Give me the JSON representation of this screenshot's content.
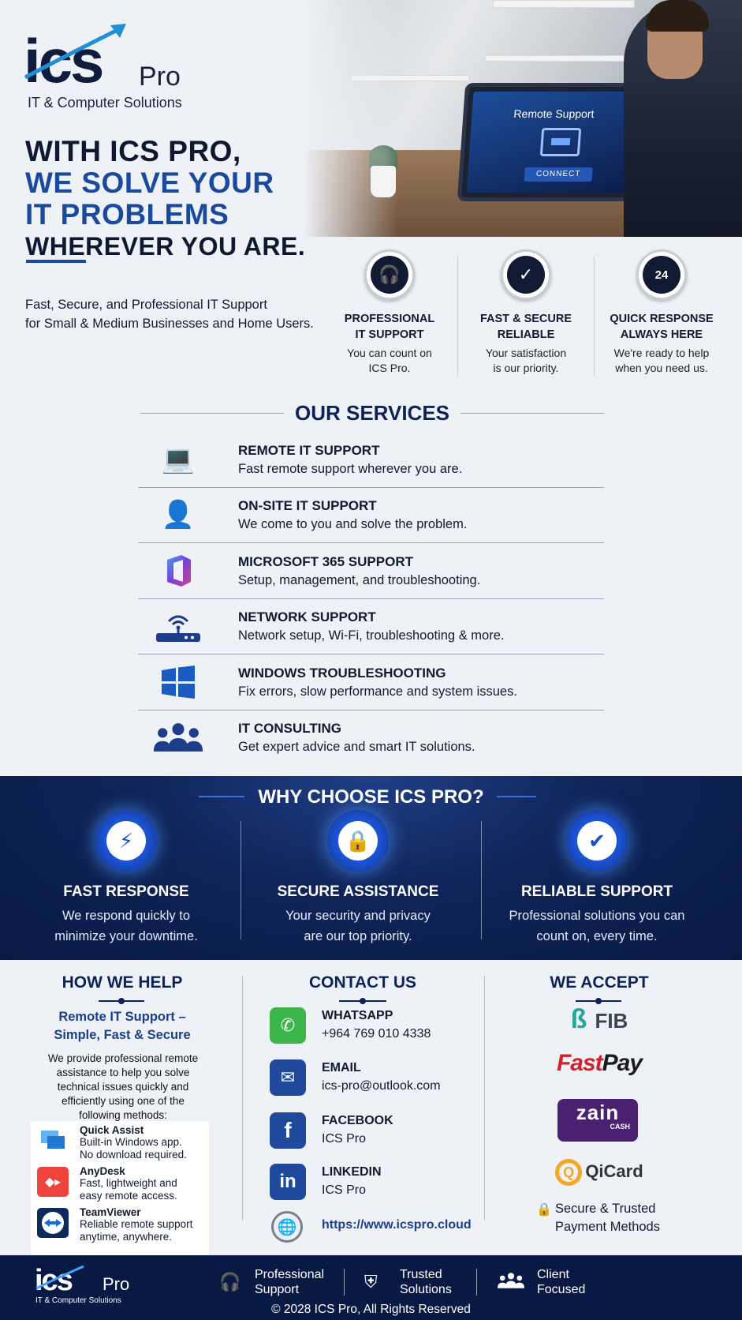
{
  "brand": {
    "name": "ics",
    "suffix": "Pro",
    "tagline": "IT & Computer Solutions"
  },
  "hero": {
    "screen_title": "Remote Support",
    "connect_label": "CONNECT",
    "headline": [
      "WITH ICS PRO,",
      "WE SOLVE YOUR",
      "IT PROBLEMS",
      "WHEREVER YOU ARE."
    ],
    "tagline": [
      "Fast, Secure, and Professional IT Support",
      "for Small & Medium Businesses and Home Users."
    ]
  },
  "features": [
    {
      "icon": "headset-icon",
      "title": [
        "PROFESSIONAL",
        "IT SUPPORT"
      ],
      "desc": [
        "You can count on",
        "ICS Pro."
      ]
    },
    {
      "icon": "shield-check-icon",
      "title": [
        "FAST & SECURE",
        "RELIABLE"
      ],
      "desc": [
        "Your satisfaction",
        "is our priority."
      ]
    },
    {
      "icon": "clock-24-icon",
      "title": [
        "QUICK RESPONSE",
        "ALWAYS HERE"
      ],
      "desc": [
        "We're ready to help",
        "when you need us."
      ]
    }
  ],
  "services": {
    "title": "OUR SERVICES",
    "items": [
      {
        "icon": "laptop-headset-icon",
        "title": "REMOTE IT SUPPORT",
        "desc": "Fast remote support wherever you are."
      },
      {
        "icon": "technician-wrench-icon",
        "title": "ON-SITE IT SUPPORT",
        "desc": "We come to you and solve the problem."
      },
      {
        "icon": "microsoft-365-icon",
        "title": "MICROSOFT 365 SUPPORT",
        "desc": "Setup, management, and troubleshooting."
      },
      {
        "icon": "router-wifi-icon",
        "title": "NETWORK SUPPORT",
        "desc": "Network setup, Wi-Fi, troubleshooting & more."
      },
      {
        "icon": "windows-logo-icon",
        "title": "WINDOWS TROUBLESHOOTING",
        "desc": "Fix errors, slow performance and system issues."
      },
      {
        "icon": "group-people-icon",
        "title": "IT CONSULTING",
        "desc": "Get expert advice and smart IT solutions."
      }
    ]
  },
  "why": {
    "title": "WHY CHOOSE ICS PRO?",
    "items": [
      {
        "icon": "lightning-bolt-icon",
        "title": "FAST RESPONSE",
        "desc": [
          "We respond quickly to",
          "minimize your downtime."
        ]
      },
      {
        "icon": "padlock-shield-icon",
        "title": "SECURE ASSISTANCE",
        "desc": [
          "Your security and privacy",
          "are our top priority."
        ]
      },
      {
        "icon": "award-badge-icon",
        "title": "RELIABLE SUPPORT",
        "desc": [
          "Professional solutions you can",
          "count on, every time."
        ]
      }
    ]
  },
  "how": {
    "title": "HOW WE HELP",
    "subtitle": [
      "Remote IT Support –",
      "Simple, Fast & Secure"
    ],
    "desc": [
      "We provide professional remote",
      "assistance to help you solve",
      "technical issues quickly and",
      "efficiently using one of the",
      "following methods:"
    ],
    "methods": [
      {
        "icon": "quick-assist-icon",
        "name": "Quick Assist",
        "desc": [
          "Built-in Windows app.",
          "No download required."
        ],
        "color": "#1f78d1"
      },
      {
        "icon": "anydesk-icon",
        "name": "AnyDesk",
        "desc": [
          "Fast, lightweight and",
          "easy remote access."
        ],
        "color": "#ef443b"
      },
      {
        "icon": "teamviewer-icon",
        "name": "TeamViewer",
        "desc": [
          "Reliable remote support",
          "anytime, anywhere."
        ],
        "color": "#0e2a5c"
      }
    ]
  },
  "contact": {
    "title": "CONTACT US",
    "items": [
      {
        "icon": "whatsapp-icon",
        "label": "WHATSAPP",
        "value": "+964 769 010 4338",
        "color": "#3cb54a"
      },
      {
        "icon": "email-icon",
        "label": "EMAIL",
        "value": "ics-pro@outlook.com",
        "color": "#1f4a9c"
      },
      {
        "icon": "facebook-icon",
        "label": "FACEBOOK",
        "value": "ICS Pro",
        "color": "#1f4a9c"
      },
      {
        "icon": "linkedin-icon",
        "label": "LINKEDIN",
        "value": "ICS Pro",
        "color": "#1f4a9c"
      }
    ],
    "website": "https://www.icspro.cloud"
  },
  "accept": {
    "title": "WE ACCEPT",
    "fib": "FIB",
    "fastpay_a": "Fast",
    "fastpay_b": "Pay",
    "zain": "zain",
    "zain_sub": "CASH",
    "qicard": "QiCard",
    "secure": [
      "Secure & Trusted",
      "Payment Methods"
    ]
  },
  "footer": {
    "items": [
      {
        "icon": "headset-icon",
        "text": [
          "Professional",
          "Support"
        ]
      },
      {
        "icon": "shield-check-icon",
        "text": [
          "Trusted",
          "Solutions"
        ]
      },
      {
        "icon": "group-people-icon",
        "text": [
          "Client",
          "Focused"
        ]
      }
    ],
    "copyright": "© 2028 ICS Pro, All Rights Reserved"
  },
  "colors": {
    "navy": "#0d2357",
    "blue": "#1a4a9e",
    "footer": "#081a44"
  }
}
